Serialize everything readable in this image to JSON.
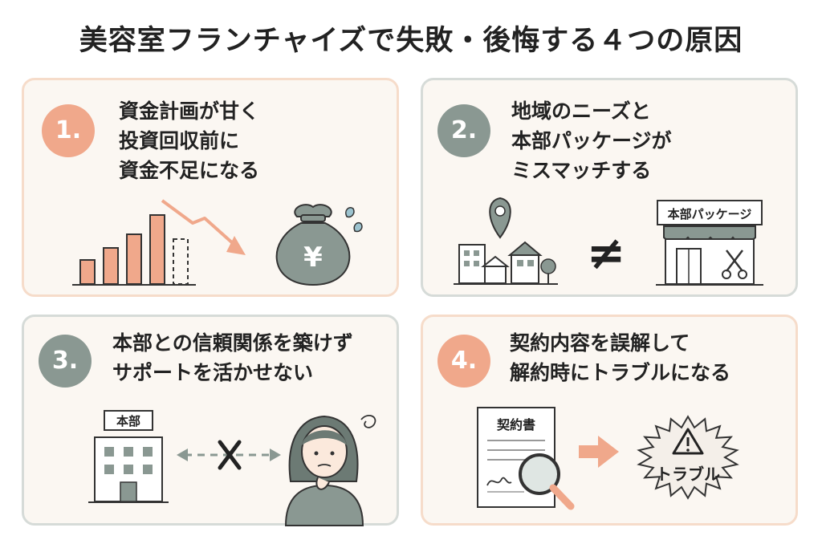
{
  "title": "美容室フランチャイズで失敗・後悔する４つの原因",
  "cards": [
    {
      "number": "1.",
      "heading_lines": [
        "資金計画が甘く",
        "投資回収前に",
        "資金不足になる"
      ],
      "money_bag_symbol": "¥",
      "accent_color": "#f0a88b"
    },
    {
      "number": "2.",
      "heading_lines": [
        "地域のニーズと",
        "本部パッケージが",
        "ミスマッチする"
      ],
      "not_equal_symbol": "≠",
      "shop_sign": "本部パッケージ",
      "accent_color": "#8a9892"
    },
    {
      "number": "3.",
      "heading_lines": [
        "本部との信頼関係を築けず",
        "サポートを活かせない"
      ],
      "building_sign": "本部",
      "accent_color": "#8a9892"
    },
    {
      "number": "4.",
      "heading_lines": [
        "契約内容を誤解して",
        "解約時にトラブルになる"
      ],
      "document_title": "契約書",
      "warning_label": "トラブル",
      "accent_color": "#f0a88b"
    }
  ],
  "icons": [
    "bar-chart-icon",
    "down-arrow-icon",
    "money-bag-icon",
    "sweat-drop-icon",
    "location-pin-icon",
    "town-icon",
    "not-equal-icon",
    "shop-icon",
    "scissors-icon",
    "office-building-icon",
    "broken-connection-icon",
    "worried-person-icon",
    "contract-document-icon",
    "magnifier-icon",
    "right-arrow-icon",
    "warning-burst-icon"
  ]
}
